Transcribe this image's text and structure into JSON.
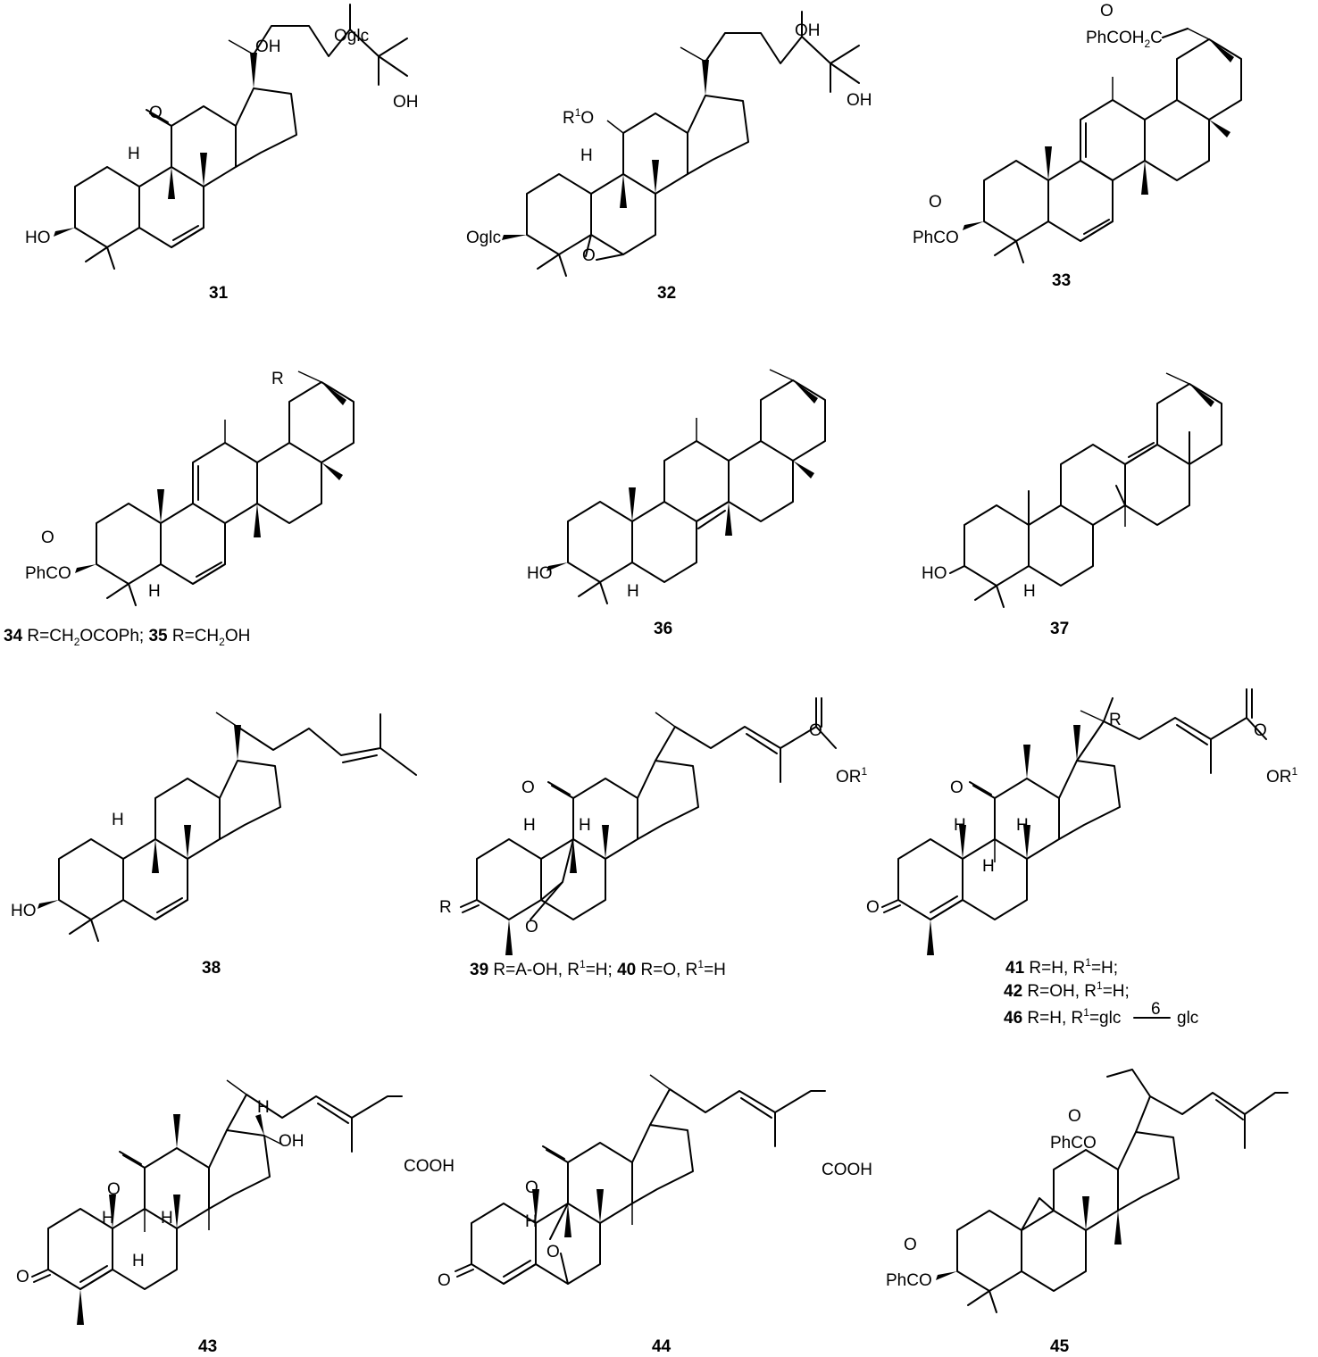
{
  "compounds": {
    "c31": {
      "number": "31"
    },
    "c32": {
      "number": "32"
    },
    "c33": {
      "number": "33"
    },
    "c34_35": {
      "n1": "34",
      "t1": " R=CH",
      "t1sub": "2",
      "t2": "OCOPh; ",
      "n2": "35",
      "t3": " R=CH",
      "t3sub": "2",
      "t4": "OH"
    },
    "c36": {
      "number": "36"
    },
    "c37": {
      "number": "37"
    },
    "c38": {
      "number": "38"
    },
    "c39_40": {
      "n1": "39",
      "t1": " R=A-OH, R",
      "s1": "1",
      "t2": "=H; ",
      "n2": "40",
      "t3": " R=O, R",
      "s2": "1",
      "t4": "=H"
    },
    "c41_42_46": {
      "l1": {
        "n": "41",
        "a": " R=H, R",
        "s": "1",
        "b": "=H;"
      },
      "l2": {
        "n": "42",
        "a": " R=OH, R",
        "s": "1",
        "b": "=H;"
      },
      "l3": {
        "n": "46",
        "a": " R=H, R",
        "s": "1",
        "b": "=glc",
        "link": "6",
        "c": "glc"
      }
    },
    "c43": {
      "number": "43"
    },
    "c44": {
      "number": "44"
    },
    "c45": {
      "number": "45"
    }
  },
  "atoms": {
    "oh": "OH",
    "ho": "HO",
    "o": "O",
    "h": "H",
    "r": "R",
    "r1o": "R",
    "r1sup": "1",
    "oglc": "Oglc",
    "phco": "PhCO",
    "phcoh2c": "PhCOH",
    "h2sub": "2",
    "c": "C",
    "or": "OR",
    "cooh": "COOH"
  }
}
